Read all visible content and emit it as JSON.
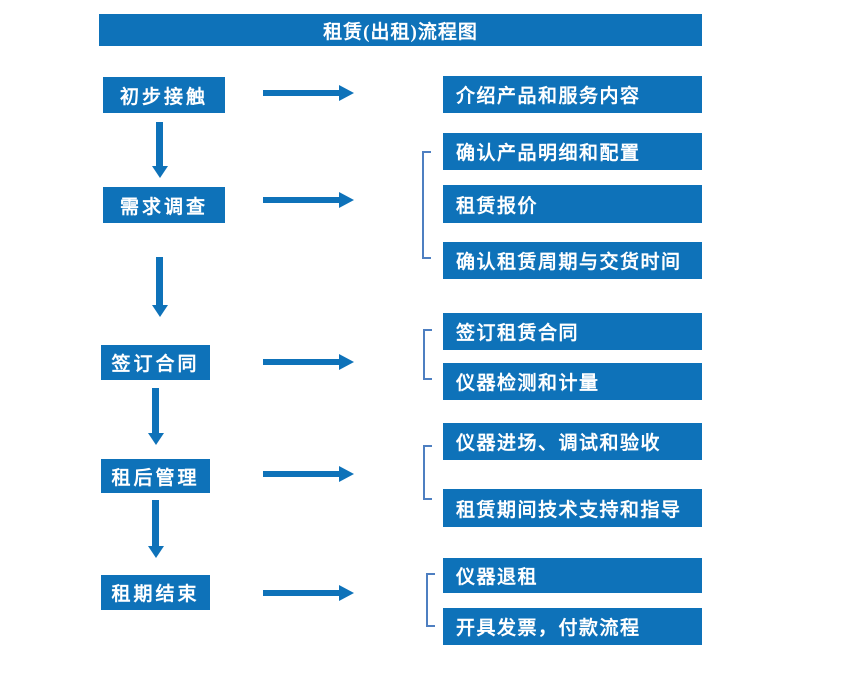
{
  "title": "租赁(出租)流程图",
  "colors": {
    "primary_blue": "#0E72B9",
    "bracket_blue": "#4E7FC1",
    "text_white": "#FFFFFF",
    "background": "#FFFFFF"
  },
  "steps": [
    {
      "label": "初步接触",
      "details": [
        "介绍产品和服务内容"
      ]
    },
    {
      "label": "需求调查",
      "details": [
        "确认产品明细和配置",
        "租赁报价",
        "确认租赁周期与交货时间"
      ]
    },
    {
      "label": "签订合同",
      "details": [
        "签订租赁合同",
        "仪器检测和计量"
      ]
    },
    {
      "label": "租后管理",
      "details": [
        "仪器进场、调试和验收",
        "租赁期间技术支持和指导"
      ]
    },
    {
      "label": "租期结束",
      "details": [
        "仪器退租",
        "开具发票，付款流程"
      ]
    }
  ]
}
